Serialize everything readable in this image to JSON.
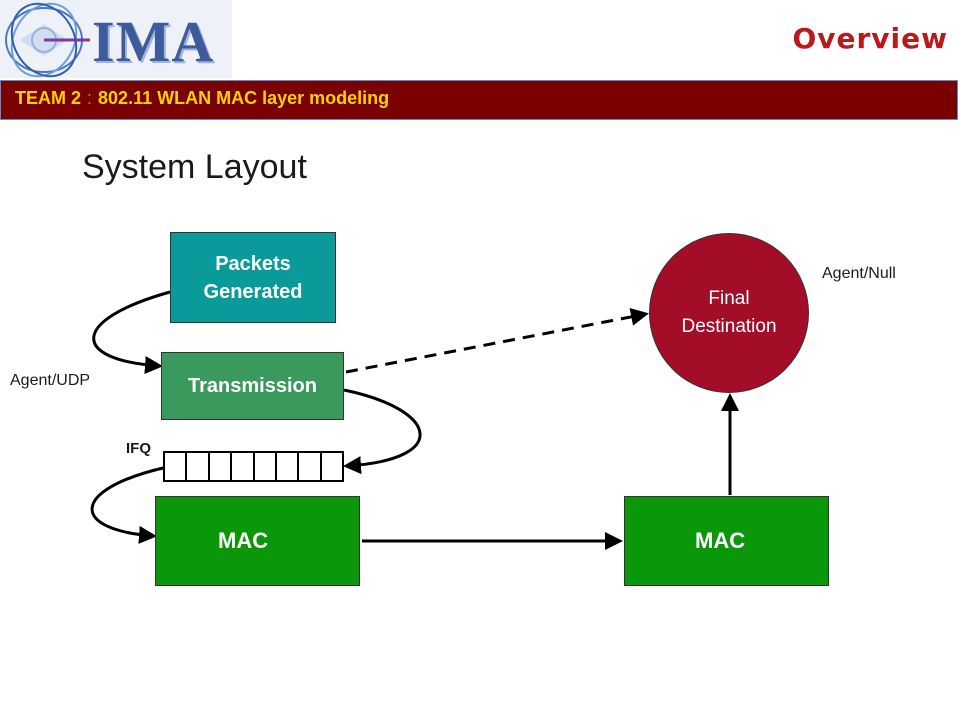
{
  "header": {
    "logo_text": "IMA",
    "section": "Overview",
    "team_label": "TEAM 2",
    "team_separator": ":",
    "team_topic": "802.11 WLAN MAC layer modeling"
  },
  "title": "System Layout",
  "nodes": {
    "packets": "Packets\nGenerated",
    "transmission": "Transmission",
    "mac_sender": "MAC",
    "mac_receiver": "MAC",
    "destination": "Final\nDestination"
  },
  "labels": {
    "agent_udp": "Agent/UDP",
    "agent_null": "Agent/Null",
    "ifq": "IFQ"
  },
  "colors": {
    "packets": "#0a9a9a",
    "transmission": "#3a9a5e",
    "mac": "#0a980a",
    "destination": "#a30d28",
    "team_bar": "#7a0000",
    "team_text": "#ffd200",
    "overview": "#b81a1a"
  },
  "queue_slots": 8
}
